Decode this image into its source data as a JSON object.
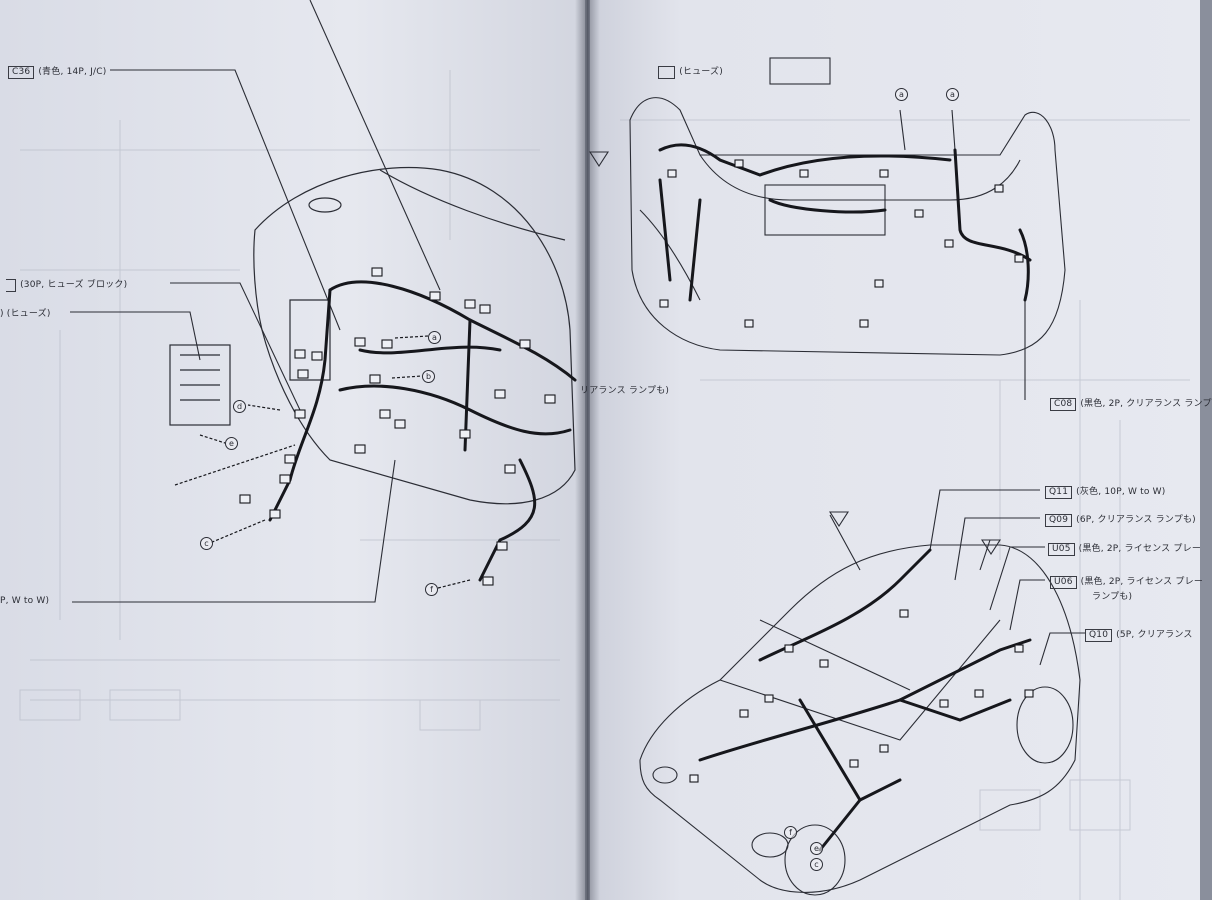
{
  "left_page": {
    "callouts": {
      "c36": {
        "code": "C36",
        "text": "(青色, 14P, J/C)"
      },
      "fuse_block": {
        "text": "(30P, ヒューズ ブロック)"
      },
      "fuse": {
        "text": ") (ヒューズ)"
      },
      "w_to_w": {
        "text": "P, W to W)"
      },
      "clearance": {
        "text": "リアランス ランプも)"
      }
    },
    "pins": [
      "a",
      "b",
      "c",
      "d",
      "e",
      "f"
    ]
  },
  "right_page": {
    "callouts": {
      "fuse_box": {
        "text": "(ヒューズ)"
      },
      "c08": {
        "code": "C08",
        "text": "(黒色, 2P, クリアランス ランプ"
      },
      "q11": {
        "code": "Q11",
        "text": "(灰色, 10P, W to W)"
      },
      "q09": {
        "code": "Q09",
        "text": "(6P, クリアランス ランプも)"
      },
      "u05": {
        "code": "U05",
        "text": "(黒色, 2P, ライセンス プレー"
      },
      "u06": {
        "code": "U06",
        "text": "(黒色, 2P, ライセンス プレー"
      },
      "u06_cont": {
        "text": "ランプも)"
      },
      "q10": {
        "code": "Q10",
        "text": "(5P, クリアランス"
      }
    },
    "pins": [
      "a",
      "a",
      "f",
      "e",
      "c"
    ]
  },
  "colors": {
    "paper": "#e6e8ef",
    "ink": "#2b2d35",
    "wire": "#16171c"
  }
}
